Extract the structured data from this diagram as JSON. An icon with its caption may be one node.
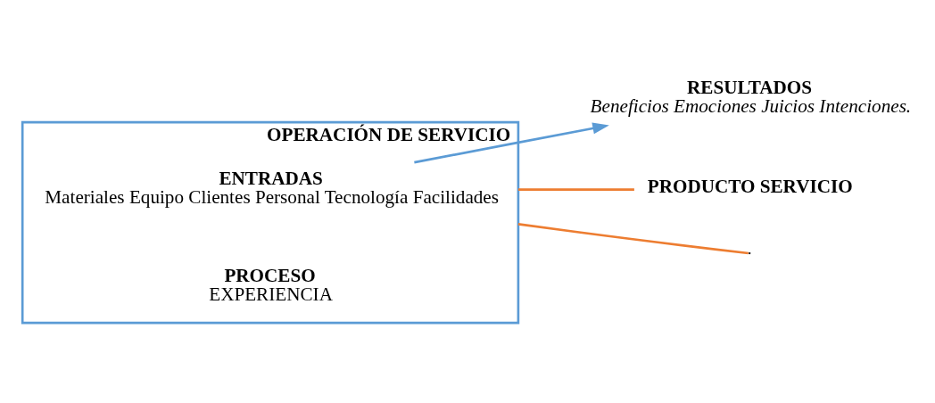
{
  "diagram": {
    "nodes": [
      {
        "text": [
          "OPERACIÓN DE SERVICIO"
        ]
      },
      {
        "text": [
          "ENTRADAS",
          "Materiales Equipo Clientes Personal Tecnología Facilidades"
        ],
        "in": 0
      },
      {
        "text": [
          "PROCESO",
          "EXPERIENCIA"
        ],
        "in": 0
      },
      {
        "text": [
          "RESULTADOS",
          "Beneficios Emociones Juicios Intenciones."
        ]
      },
      {
        "text": [
          "PRODUCTO SERVICIO"
        ]
      }
    ],
    "edges": [
      {
        "from": 1,
        "to": 3,
        "arrow": "to",
        "color": "#5b9bd5"
      },
      {
        "from": 0,
        "to": null,
        "arrow": "none",
        "color": "#ed7d31"
      },
      {
        "from": 0,
        "to": 4,
        "arrow": "none",
        "color": "#ed7d31"
      }
    ]
  }
}
